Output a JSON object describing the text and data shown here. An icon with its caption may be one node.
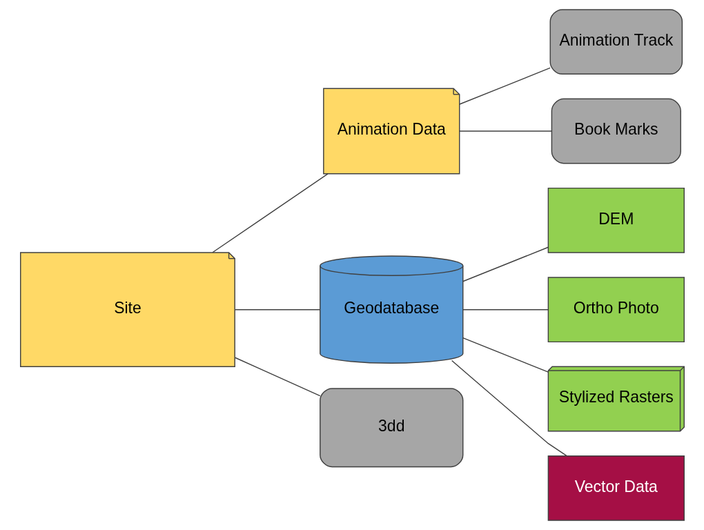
{
  "diagram": {
    "nodes": [
      {
        "text": [
          "Site"
        ]
      },
      {
        "text": [
          "Animation Data"
        ]
      },
      {
        "text": [
          "Animation Track"
        ]
      },
      {
        "text": [
          "Book Marks"
        ]
      },
      {
        "text": [
          "Geodatabase"
        ]
      },
      {
        "text": [
          "DEM"
        ]
      },
      {
        "text": [
          "Ortho Photo"
        ]
      },
      {
        "text": [
          "Stylized Rasters"
        ]
      },
      {
        "text": [
          "Vector Data"
        ]
      },
      {
        "text": [
          "3dd"
        ]
      }
    ],
    "edges": [
      {
        "from": 0,
        "to": 1,
        "arrow": "none"
      },
      {
        "from": 0,
        "to": 4,
        "arrow": "none"
      },
      {
        "from": 0,
        "to": 9,
        "arrow": "none"
      },
      {
        "from": 1,
        "to": 2,
        "arrow": "none"
      },
      {
        "from": 1,
        "to": 3,
        "arrow": "none"
      },
      {
        "from": 4,
        "to": 5,
        "arrow": "none"
      },
      {
        "from": 4,
        "to": 6,
        "arrow": "none"
      },
      {
        "from": 4,
        "to": 7,
        "arrow": "none"
      },
      {
        "from": 4,
        "to": 8,
        "arrow": "none"
      }
    ]
  }
}
